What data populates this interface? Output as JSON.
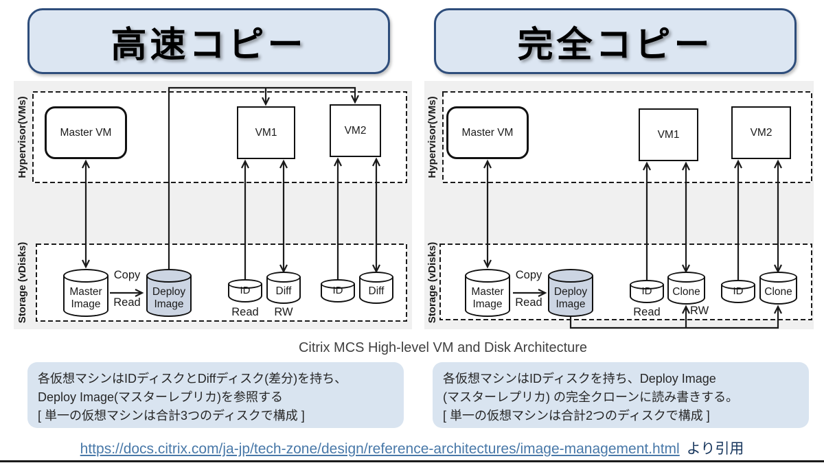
{
  "header": {
    "left_title": "高速コピー",
    "right_title": "完全コピー"
  },
  "caption": "Citrix MCS High-level VM and Disk Architecture",
  "left_panel": {
    "hypervisor_label": "Hypervisor(VMs)",
    "storage_label": "Storage (vDisks)",
    "master_vm": "Master VM",
    "vm1": "VM1",
    "vm2": "VM2",
    "master_image": "Master\nImage",
    "deploy_image": "Deploy\nImage",
    "copy": "Copy",
    "read": "Read",
    "id1": "ID",
    "diff1": "Diff",
    "id2": "ID",
    "diff2": "Diff",
    "id_read": "Read",
    "diff_rw": "RW"
  },
  "right_panel": {
    "hypervisor_label": "Hypervisor(VMs)",
    "storage_label": "Storage (vDisks)",
    "master_vm": "Master VM",
    "vm1": "VM1",
    "vm2": "VM2",
    "master_image": "Master\nImage",
    "deploy_image": "Deploy\nImage",
    "copy": "Copy",
    "read": "Read",
    "id1": "ID",
    "clone1": "Clone",
    "id2": "ID",
    "clone2": "Clone",
    "id_read": "Read",
    "clone_rw": "RW"
  },
  "notes": {
    "left": [
      "各仮想マシンはIDディスクとDiffディスク(差分)を持ち、",
      "Deploy Image(マスターレプリカ)を参照する",
      "[ 単一の仮想マシンは合計3つのディスクで構成 ]"
    ],
    "right": [
      "各仮想マシンはIDディスクを持ち、Deploy Image",
      "(マスターレプリカ) の完全クローンに読み書きする。",
      "[ 単一の仮想マシンは合計2つのディスクで構成 ]"
    ]
  },
  "footer": {
    "link": "https://docs.citrix.com/ja-jp/tech-zone/design/reference-architectures/image-management.html",
    "suffix": "より引用"
  },
  "colors": {
    "title_fill": "#dce6f2",
    "title_border": "#2e4d7b",
    "panel_bg": "#f0f0f0",
    "note_fill": "#d9e4f0",
    "deploy_fill": "#ccd5e3",
    "link": "#4878a8",
    "suffix": "#17365d"
  }
}
